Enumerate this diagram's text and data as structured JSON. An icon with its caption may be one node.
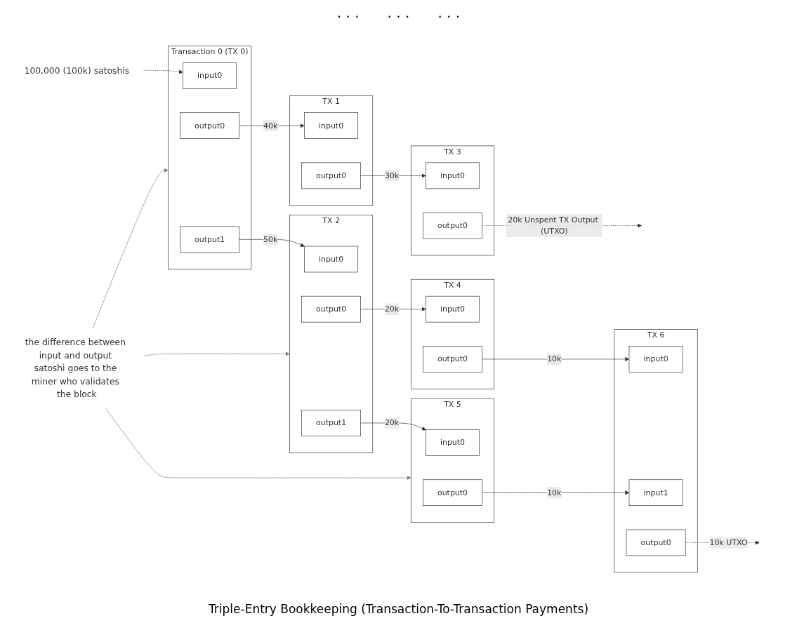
{
  "diagram": {
    "caption": "Triple-Entry Bookkeeping (Transaction-To-Transaction Payments)",
    "nodes": [
      {
        "text": [
          "Transaction 0 (TX 0)"
        ]
      },
      {
        "text": [
          "input0"
        ],
        "in": 0
      },
      {
        "text": [
          "output0"
        ],
        "in": 0
      },
      {
        "text": [
          "output1"
        ],
        "in": 0
      },
      {
        "text": [
          "TX 1"
        ]
      },
      {
        "text": [
          "input0"
        ],
        "in": 4
      },
      {
        "text": [
          "output0"
        ],
        "in": 4
      },
      {
        "text": [
          "TX 2"
        ]
      },
      {
        "text": [
          "input0"
        ],
        "in": 7
      },
      {
        "text": [
          "output0"
        ],
        "in": 7
      },
      {
        "text": [
          "output1"
        ],
        "in": 7
      },
      {
        "text": [
          "TX 3"
        ]
      },
      {
        "text": [
          "input0"
        ],
        "in": 11
      },
      {
        "text": [
          "output0"
        ],
        "in": 11
      },
      {
        "text": [
          "TX 4"
        ]
      },
      {
        "text": [
          "input0"
        ],
        "in": 14
      },
      {
        "text": [
          "output0"
        ],
        "in": 14
      },
      {
        "text": [
          "TX 5"
        ]
      },
      {
        "text": [
          "input0"
        ],
        "in": 17
      },
      {
        "text": [
          "output0"
        ],
        "in": 17
      },
      {
        "text": [
          "TX 6"
        ]
      },
      {
        "text": [
          "input0"
        ],
        "in": 20
      },
      {
        "text": [
          "input1"
        ],
        "in": 20
      },
      {
        "text": [
          "output0"
        ],
        "in": 20
      },
      {
        "text": [
          "100,000 (100k) satoshis"
        ]
      },
      {
        "text": [
          "the difference between input and output satoshi goes to the miner who validates the block"
        ]
      }
    ],
    "edges": [
      {
        "from": 24,
        "to": 1,
        "arrow": "to",
        "style": "dashed"
      },
      {
        "from": 2,
        "to": 5,
        "arrow": "to",
        "label": "40k"
      },
      {
        "from": 6,
        "to": 12,
        "arrow": "to",
        "label": "30k"
      },
      {
        "from": 3,
        "to": 8,
        "arrow": "to",
        "label": "50k"
      },
      {
        "from": 13,
        "to": null,
        "arrow": "to",
        "label": "20k Unspent TX Output (UTXO)",
        "style": "dashed"
      },
      {
        "from": 9,
        "to": 15,
        "arrow": "to",
        "label": "20k"
      },
      {
        "from": 10,
        "to": 18,
        "arrow": "to",
        "label": "20k"
      },
      {
        "from": 16,
        "to": 21,
        "arrow": "to",
        "label": "10k"
      },
      {
        "from": 19,
        "to": 22,
        "arrow": "to",
        "label": "10k"
      },
      {
        "from": 23,
        "to": null,
        "arrow": "to",
        "label": "10k UTXO",
        "style": "dashed"
      },
      {
        "from": 25,
        "to": 0,
        "arrow": "to",
        "color": "#808080"
      },
      {
        "from": 25,
        "to": 7,
        "arrow": "to",
        "color": "#808080"
      },
      {
        "from": 25,
        "to": 17,
        "arrow": "to",
        "color": "#808080"
      }
    ],
    "labels": [
      ". . .",
      ". . .",
      ". . ."
    ]
  }
}
